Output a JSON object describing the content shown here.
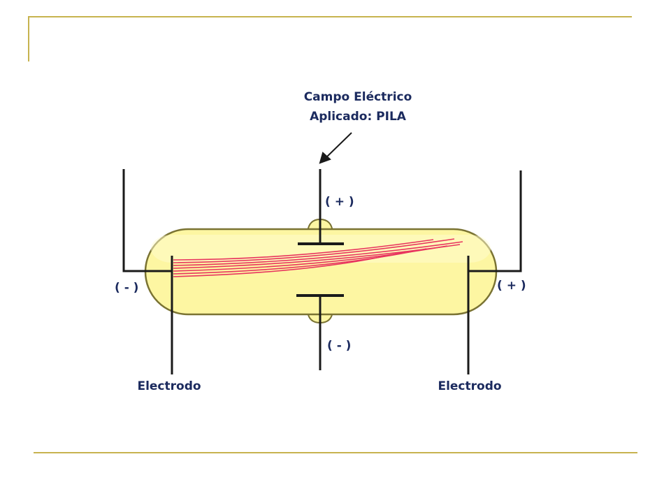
{
  "diagram": {
    "field_label_line1": "Campo Eléctrico",
    "field_label_line2": "Aplicado: PILA",
    "plate_top_sign": "( + )",
    "plate_bottom_sign": "( - )",
    "electrode_left_sign": "( - )",
    "electrode_right_sign": "( + )",
    "electrode_left_label": "Electrodo",
    "electrode_right_label": "Electrodo"
  },
  "colors": {
    "frame": "#c7b34f",
    "tube_fill": "#fdf6a2",
    "tube_stroke": "#7a7333",
    "beam": "#e8355f",
    "wire": "#1a1a1a",
    "label": "#1b2a5e"
  }
}
